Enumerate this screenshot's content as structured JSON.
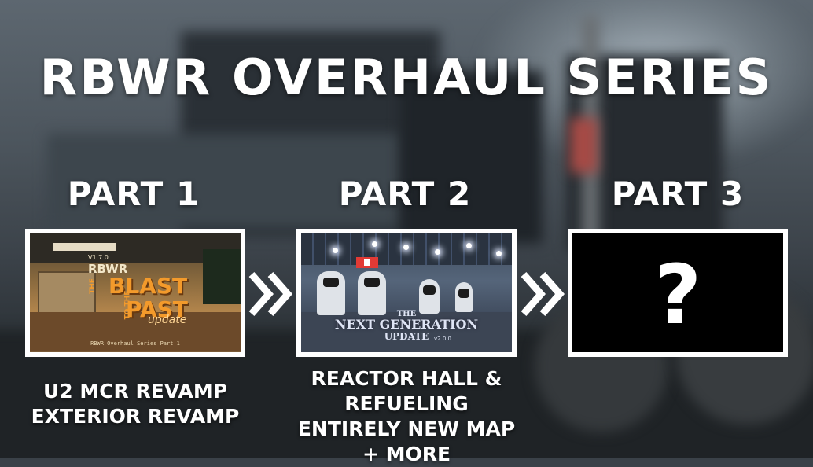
{
  "title": "RBWR OVERHAUL SERIES",
  "parts": [
    {
      "label": "PART 1",
      "thumb": {
        "version": "V1.7.0",
        "brand": "RBWR",
        "the": "THE",
        "blast": "BLAST",
        "to_the": "TO THE",
        "past": "PAST",
        "update": "update",
        "subtitle": "RBWR Overhaul Series Part 1"
      },
      "desc": [
        "U2 MCR REVAMP",
        "EXTERIOR REVAMP"
      ]
    },
    {
      "label": "PART 2",
      "thumb": {
        "the": "THE",
        "name": "NEXT GENERATION",
        "update": "UPDATE",
        "version": "v2.0.0"
      },
      "desc": [
        "REACTOR HALL & REFUELING",
        "ENTIRELY NEW MAP",
        "+ MORE"
      ]
    },
    {
      "label": "PART 3",
      "thumb": {
        "mark": "?"
      },
      "desc": []
    }
  ],
  "colors": {
    "text": "#ffffff",
    "frame": "#ffffff",
    "accent_orange": "#f39a2b"
  },
  "icons": [
    "chevron-right-double-icon",
    "question-mark-icon"
  ]
}
